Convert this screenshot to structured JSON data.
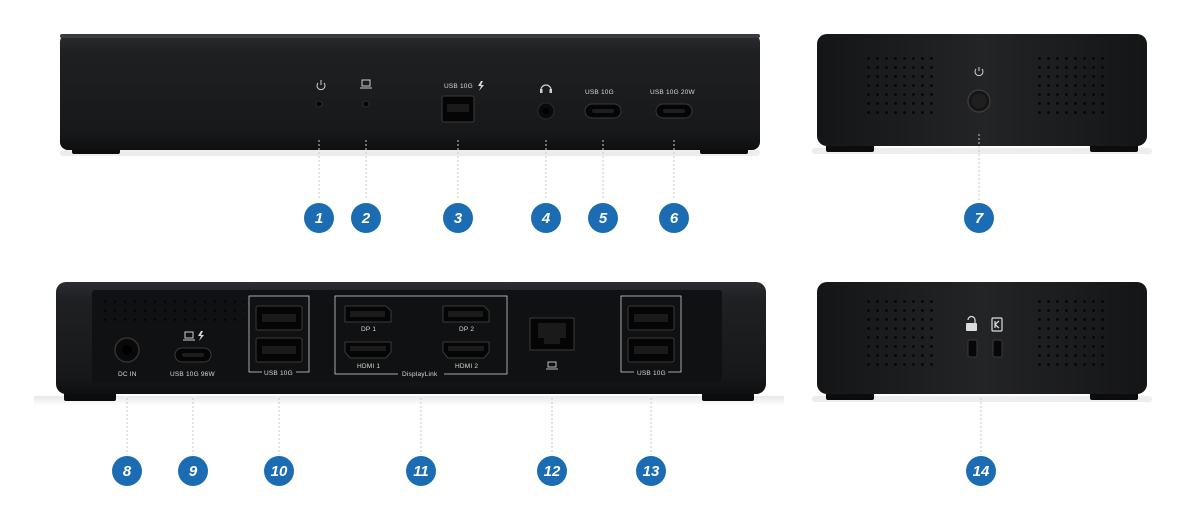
{
  "colors": {
    "body": "#1b1c1e",
    "body_top": "#2b2c2f",
    "panel": "#101112",
    "callout": "#1b6cb3",
    "leader": "#c9c9c9",
    "port_frame": "#cfcfcf"
  },
  "front_labels": {
    "power_icon": "power-icon",
    "host_icon": "laptop-icon",
    "usb_a_10g": "USB 10G",
    "usb_a_bolt": "lightning-icon",
    "audio_icon": "headphone-icon",
    "usb_c_10g": "USB 10G",
    "usb_c_20w": "USB 10G 20W"
  },
  "side_front": {
    "button_icon": "power-button-icon"
  },
  "rear_labels": {
    "dc_in": "DC IN",
    "usb_c_icons": "laptop-charge-icon",
    "usb_c_96w": "USB 10G 96W",
    "usb_left": "USB 10G",
    "dp1": "DP 1",
    "dp2": "DP 2",
    "hdmi1": "HDMI 1",
    "hdmi2": "HDMI 2",
    "displaylink": "DisplayLink",
    "ethernet_icon": "network-icon",
    "usb_right": "USB 10G"
  },
  "side_rear": {
    "lock_icons": [
      "lock-icon",
      "kensington-lock-icon"
    ]
  },
  "callouts": [
    {
      "number": "1",
      "part": "power-led"
    },
    {
      "number": "2",
      "part": "host-led"
    },
    {
      "number": "3",
      "part": "usb-a-front"
    },
    {
      "number": "4",
      "part": "audio-jack"
    },
    {
      "number": "5",
      "part": "usb-c-front"
    },
    {
      "number": "6",
      "part": "usb-c-20w"
    },
    {
      "number": "7",
      "part": "power-button"
    },
    {
      "number": "8",
      "part": "dc-in"
    },
    {
      "number": "9",
      "part": "usb-c-96w"
    },
    {
      "number": "10",
      "part": "usb-a-rear-left"
    },
    {
      "number": "11",
      "part": "video-outputs"
    },
    {
      "number": "12",
      "part": "ethernet"
    },
    {
      "number": "13",
      "part": "usb-a-rear-right"
    },
    {
      "number": "14",
      "part": "lock-slots"
    }
  ]
}
